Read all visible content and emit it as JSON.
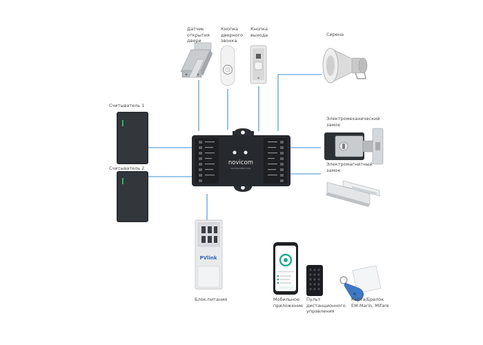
{
  "labels": {
    "door_sensor": "Датчик\nоткрытия\nдвери",
    "doorbell_button": "Кнопка\nдверного\nзвонка",
    "exit_button": "Кнопка\nвыхода",
    "siren": "Сирена",
    "reader_1": "Считыватель 1",
    "reader_2": "Считыватель 2",
    "electromech_lock": "Электромеханический\nзамок",
    "electromag_lock": "Электромагнитный\nзамок",
    "power_supply": "Блок питания",
    "mobile_app": "Мобильное\nприложение",
    "remote": "Пульт\nдистанционного\nуправления",
    "card_fob": "Карта/Брелок\nEM-Marin, Mifare"
  },
  "controller": {
    "brand": "novicom",
    "subtitle": "контроллер скуд"
  },
  "power_supply_brand": "PVlink",
  "colors": {
    "connector": "#3b8fd4",
    "device_dark": "#2a2d31",
    "reader_led": "#2fc36a",
    "fob": "#3f77c2",
    "app_ring": "#1fa98c"
  },
  "icons": [
    "door-sensor-icon",
    "doorbell-icon",
    "exit-button-icon",
    "siren-horn-icon",
    "card-reader-icon",
    "electromechanical-lock-icon",
    "electromagnetic-lock-icon",
    "power-supply-icon",
    "smartphone-icon",
    "remote-control-icon",
    "rfid-card-icon",
    "key-fob-icon",
    "controller-icon"
  ]
}
